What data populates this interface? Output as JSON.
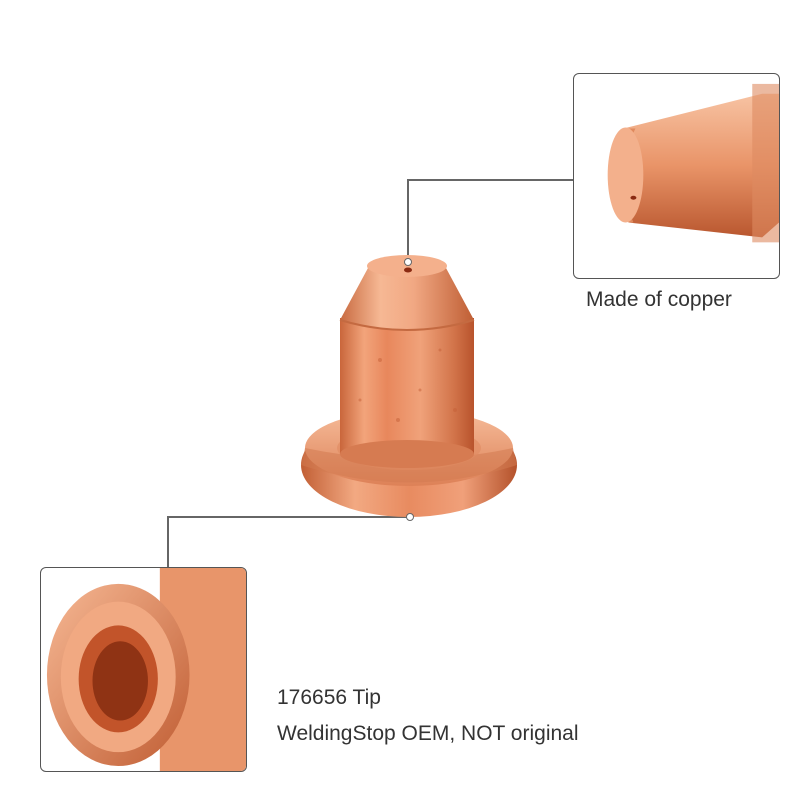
{
  "callouts": {
    "material": "Made of copper",
    "part": "176656 Tip",
    "brand": "WeldingStop OEM, NOT original"
  },
  "colors": {
    "copper_light": "#f6b894",
    "copper_mid": "#e58a5e",
    "copper_dark": "#b8532c",
    "leader_line": "#666666",
    "inset_border": "#555555"
  }
}
